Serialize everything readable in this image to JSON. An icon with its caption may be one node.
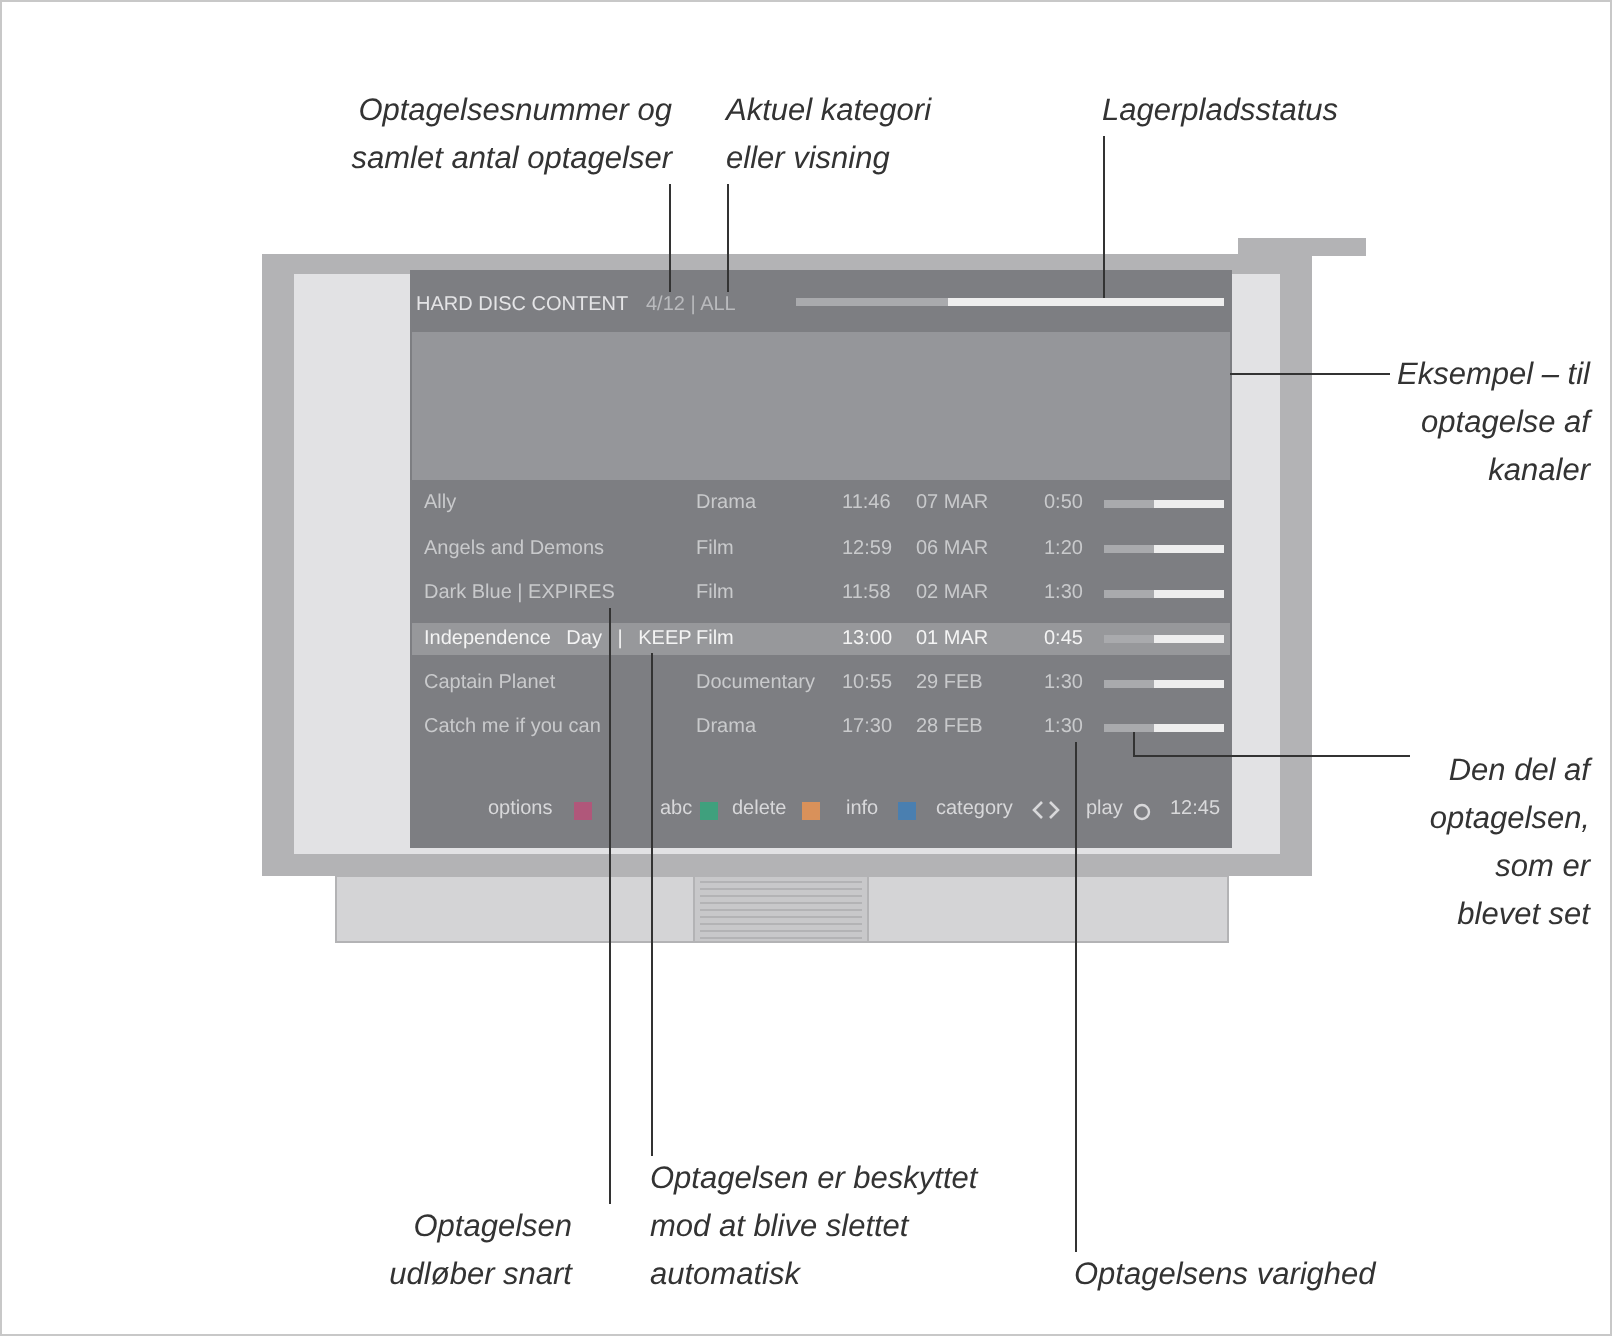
{
  "diagram": {
    "nodes": [
      {
        "text": [
          "Optagelsesnummer og samlet antal optagelser"
        ]
      },
      {
        "text": [
          "Aktuel kategori eller visning"
        ]
      },
      {
        "text": [
          "Lagerpladsstatus"
        ]
      },
      {
        "text": [
          "Eksempel – til optagelse af kanaler"
        ]
      },
      {
        "text": [
          "Den del af optagelsen, som er blevet set"
        ]
      },
      {
        "text": [
          "Optagelsen udløber snart"
        ]
      },
      {
        "text": [
          "Optagelsen er beskyttet mod at blive slettet automatisk"
        ]
      },
      {
        "text": [
          "Optagelsens varighed"
        ]
      },
      {
        "text": [],
        "shape": "bar"
      },
      {
        "text": [],
        "shape": "box"
      },
      {
        "text": [],
        "shape": "bar"
      },
      {
        "text": [
          "4/12 | ALL"
        ]
      },
      {
        "text": [
          "Dark Blue | EXPIRES"
        ]
      },
      {
        "text": [
          "Independence Day | KEEP"
        ]
      },
      {
        "text": [
          "1:30"
        ]
      }
    ],
    "edges": [
      {
        "from": 0,
        "to": 11,
        "arrow": "none"
      },
      {
        "from": 1,
        "to": 11,
        "arrow": "none"
      },
      {
        "from": 2,
        "to": 8,
        "arrow": "none"
      },
      {
        "from": 3,
        "to": 9,
        "arrow": "none"
      },
      {
        "from": 4,
        "to": 10,
        "arrow": "none"
      },
      {
        "from": 5,
        "to": 12,
        "arrow": "none"
      },
      {
        "from": 6,
        "to": 13,
        "arrow": "none"
      },
      {
        "from": 7,
        "to": 14,
        "arrow": "none"
      }
    ],
    "labels": [
      "HARD DISC CONTENT",
      "Ally",
      "Drama",
      "11:46",
      "07 MAR",
      "0:50",
      "Angels and Demons",
      "Film",
      "12:59",
      "06 MAR",
      "1:20",
      "Film",
      "11:58",
      "02 MAR",
      "1:30",
      "Film",
      "13:00",
      "01 MAR",
      "0:45",
      "Captain Planet",
      "Documentary",
      "10:55",
      "29 FEB",
      "1:30",
      "Catch me if you can",
      "Drama",
      "17:30",
      "28 FEB",
      "category",
      "play",
      "12:45"
    ],
    "legend": [
      {
        "text": "options",
        "color": "#b0577a"
      },
      {
        "text": "abc",
        "color": "#3fa07d"
      },
      {
        "text": "delete",
        "color": "#d9915a"
      },
      {
        "text": "info",
        "color": "#4a7fb0"
      }
    ]
  }
}
